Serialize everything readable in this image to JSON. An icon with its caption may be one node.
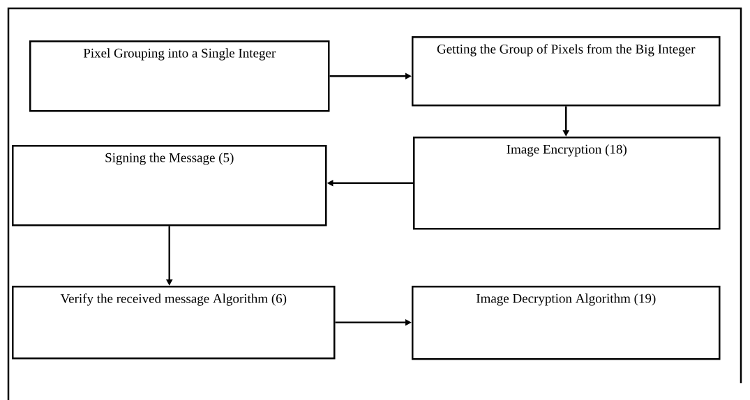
{
  "diagram": {
    "nodes": [
      {
        "text": [
          "Pixel Grouping into a Single Integer"
        ]
      },
      {
        "text": [
          "Getting the Group of Pixels from the Big Integer"
        ]
      },
      {
        "text": [
          "Signing the Message (5)"
        ]
      },
      {
        "text": [
          "Image Encryption (18)"
        ]
      },
      {
        "text": [
          "Verify the received message Algorithm (6)"
        ]
      },
      {
        "text": [
          "Image Decryption Algorithm (19)"
        ]
      }
    ],
    "edges": [
      {
        "from": 0,
        "to": 1,
        "arrow": "to"
      },
      {
        "from": 1,
        "to": 3,
        "arrow": "to"
      },
      {
        "from": 3,
        "to": 2,
        "arrow": "to"
      },
      {
        "from": 2,
        "to": 4,
        "arrow": "to"
      },
      {
        "from": 4,
        "to": 5,
        "arrow": "to"
      }
    ]
  }
}
